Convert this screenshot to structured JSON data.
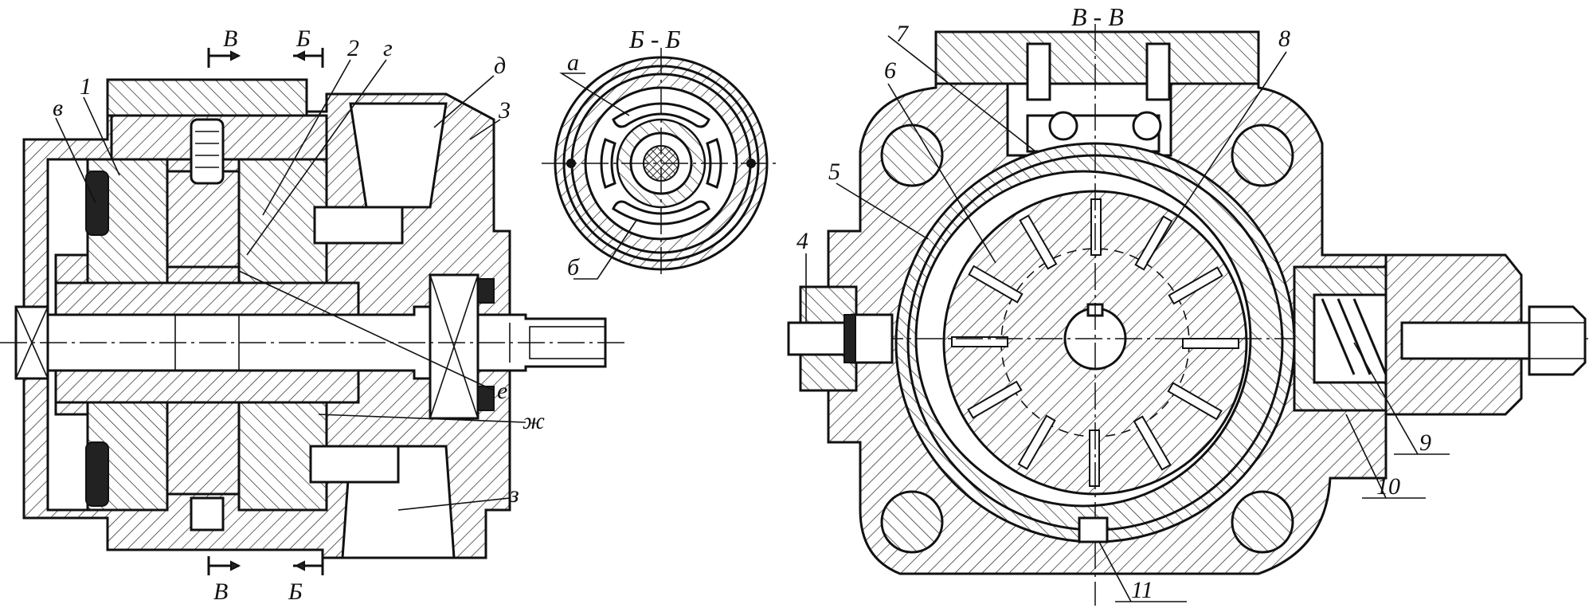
{
  "views": {
    "section_bb_title": "Б - Б",
    "section_vv_title": "В - В"
  },
  "section_marks": {
    "v_top": "В",
    "b_top": "Б",
    "v_bottom": "В",
    "b_bottom": "Б"
  },
  "labels": {
    "n1": "1",
    "n2": "2",
    "n3": "3",
    "n4": "4",
    "n5": "5",
    "n6": "6",
    "n7": "7",
    "n8": "8",
    "n9": "9",
    "n10": "10",
    "n11": "11",
    "a": "а",
    "b": "б",
    "v": "в",
    "g": "г",
    "d": "д",
    "e": "е",
    "zh": "ж",
    "z": "з"
  }
}
